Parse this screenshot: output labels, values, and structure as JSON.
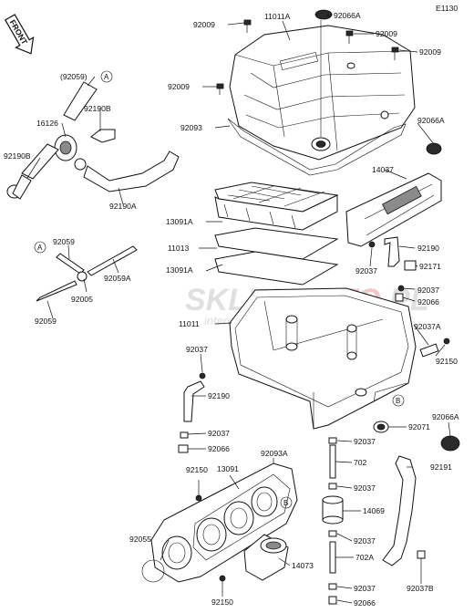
{
  "diagram_code": "E1130",
  "front_arrow_label": "FRONT",
  "watermark": {
    "brand_prefix": "SKLEP",
    "brand_suffix": "MOTO",
    "brand_tld": ".PL",
    "tagline": "internetowy sklep motocyklowy"
  },
  "callouts": {
    "A": "A",
    "B": "B"
  },
  "labels": [
    "92009",
    "11011A",
    "92066A",
    "92009",
    "92009",
    "92009",
    "92093",
    "92066A",
    "(92059)",
    "16126",
    "92190B",
    "92190B",
    "92190A",
    "14037",
    "13091A",
    "11013",
    "13091A",
    "92190",
    "92037",
    "92171",
    "92059",
    "92059A",
    "92005",
    "92059",
    "92037",
    "92066",
    "11011",
    "92037A",
    "92150",
    "92037",
    "92190",
    "92071",
    "92066A",
    "92037",
    "92066",
    "92037",
    "702",
    "92037",
    "14069",
    "92191",
    "92150",
    "13091",
    "92093A",
    "92037",
    "702A",
    "92055",
    "14073",
    "92150",
    "92037",
    "92066",
    "92037B"
  ]
}
